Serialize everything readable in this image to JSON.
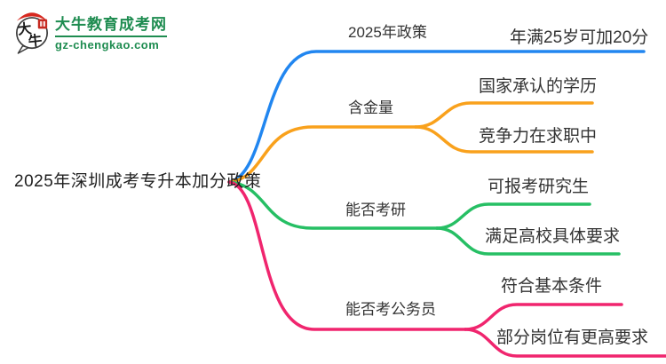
{
  "logo": {
    "title": "大牛教育成考网",
    "subtitle": "gz-chengkao.com",
    "bubble_text_top": "大",
    "bubble_text_bottom": "牛",
    "brand_color": "#1e8c50",
    "seal_color": "#c62a21",
    "cap_color": "#d7281f"
  },
  "root": {
    "label": "2025年深圳成考专升本加分政策"
  },
  "branches": [
    {
      "label": "2025年政策",
      "color": "#2186f0",
      "children": [
        "年满25岁可加20分"
      ]
    },
    {
      "label": "含金量",
      "color": "#f9a11c",
      "children": [
        "国家承认的学历",
        "竞争力在求职中"
      ]
    },
    {
      "label": "能否考研",
      "color": "#26bf64",
      "children": [
        "可报考研究生",
        "满足高校具体要求"
      ]
    },
    {
      "label": "能否考公务员",
      "color": "#f0256e",
      "children": [
        "符合基本条件",
        "部分岗位有更高要求"
      ]
    }
  ]
}
